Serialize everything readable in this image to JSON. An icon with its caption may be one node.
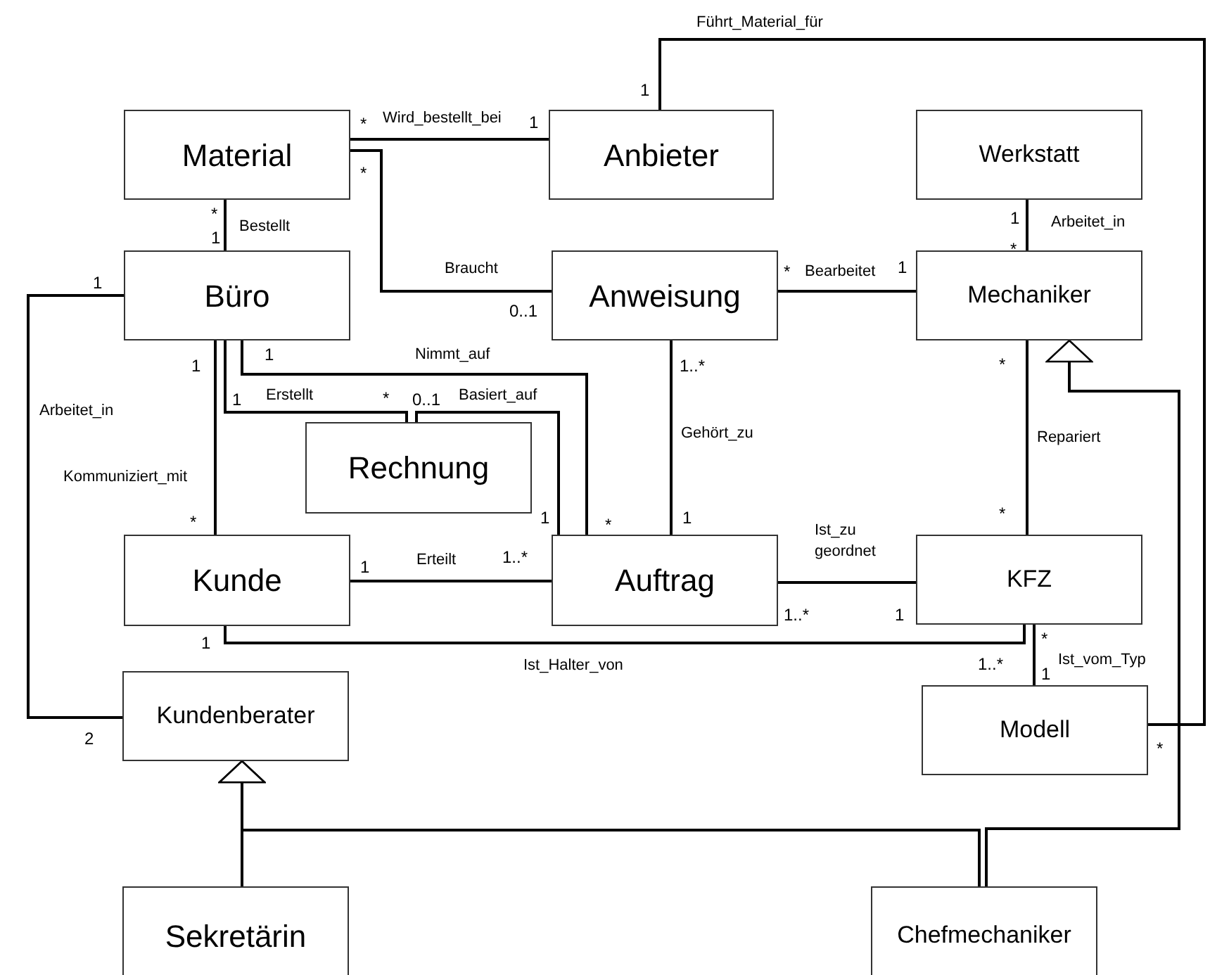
{
  "diagram": {
    "nodes": [
      {
        "text": [
          "Material"
        ]
      },
      {
        "text": [
          "Anbieter"
        ]
      },
      {
        "text": [
          "Werkstatt"
        ]
      },
      {
        "text": [
          "Büro"
        ]
      },
      {
        "text": [
          "Anweisung"
        ]
      },
      {
        "text": [
          "Mechaniker"
        ]
      },
      {
        "text": [
          "Rechnung"
        ]
      },
      {
        "text": [
          "Kunde"
        ]
      },
      {
        "text": [
          "Auftrag"
        ]
      },
      {
        "text": [
          "KFZ"
        ]
      },
      {
        "text": [
          "Kundenberater"
        ]
      },
      {
        "text": [
          "Modell"
        ]
      },
      {
        "text": [
          "Sekretärin"
        ]
      },
      {
        "text": [
          "Chefmechaniker"
        ]
      }
    ],
    "edges": [
      {
        "from": 0,
        "to": 1,
        "arrow": "none",
        "label": "Wird_bestellt_bei"
      },
      {
        "from": 0,
        "to": 3,
        "arrow": "none",
        "label": "Bestellt"
      },
      {
        "from": 0,
        "to": 4,
        "arrow": "none",
        "label": "Braucht"
      },
      {
        "from": 1,
        "to": 11,
        "arrow": "none",
        "label": "Führt_Material_für"
      },
      {
        "from": 3,
        "to": 10,
        "arrow": "none",
        "label": "Arbeitet_in"
      },
      {
        "from": 3,
        "to": 7,
        "arrow": "none",
        "label": "Kommuniziert_mit"
      },
      {
        "from": 3,
        "to": 6,
        "arrow": "none",
        "label": "Erstellt"
      },
      {
        "from": 3,
        "to": 8,
        "arrow": "none",
        "label": "Nimmt_auf"
      },
      {
        "from": 6,
        "to": 8,
        "arrow": "none",
        "label": "Basiert_auf"
      },
      {
        "from": 4,
        "to": 5,
        "arrow": "none",
        "label": "Bearbeitet"
      },
      {
        "from": 2,
        "to": 5,
        "arrow": "none",
        "label": "Arbeitet_in"
      },
      {
        "from": 4,
        "to": 8,
        "arrow": "none",
        "label": "Gehört_zu"
      },
      {
        "from": 5,
        "to": 9,
        "arrow": "none",
        "label": "Repariert"
      },
      {
        "from": 7,
        "to": 8,
        "arrow": "none",
        "label": "Erteilt"
      },
      {
        "from": 8,
        "to": 9,
        "arrow": "none",
        "label": "Ist_zu geordnet"
      },
      {
        "from": 7,
        "to": 9,
        "arrow": "none",
        "label": "Ist_Halter_von"
      },
      {
        "from": 9,
        "to": 11,
        "arrow": "none",
        "label": "Ist_vom_Typ"
      },
      {
        "from": 12,
        "to": 10,
        "arrow": "to"
      },
      {
        "from": 13,
        "to": 10,
        "arrow": "to"
      },
      {
        "from": 13,
        "to": 5,
        "arrow": "to"
      }
    ],
    "labels": [
      "1",
      "*",
      "1",
      "*",
      "*",
      "1",
      "1",
      "*",
      "*",
      "1",
      "1",
      "0..1",
      "1",
      "1..*",
      "1",
      "*",
      "1",
      "*",
      "0..1",
      "1",
      "*",
      "*",
      "1",
      "*",
      "1",
      "1..*",
      "1..*",
      "1",
      "*",
      "1",
      "1..*",
      "1",
      "2",
      "*"
    ]
  }
}
